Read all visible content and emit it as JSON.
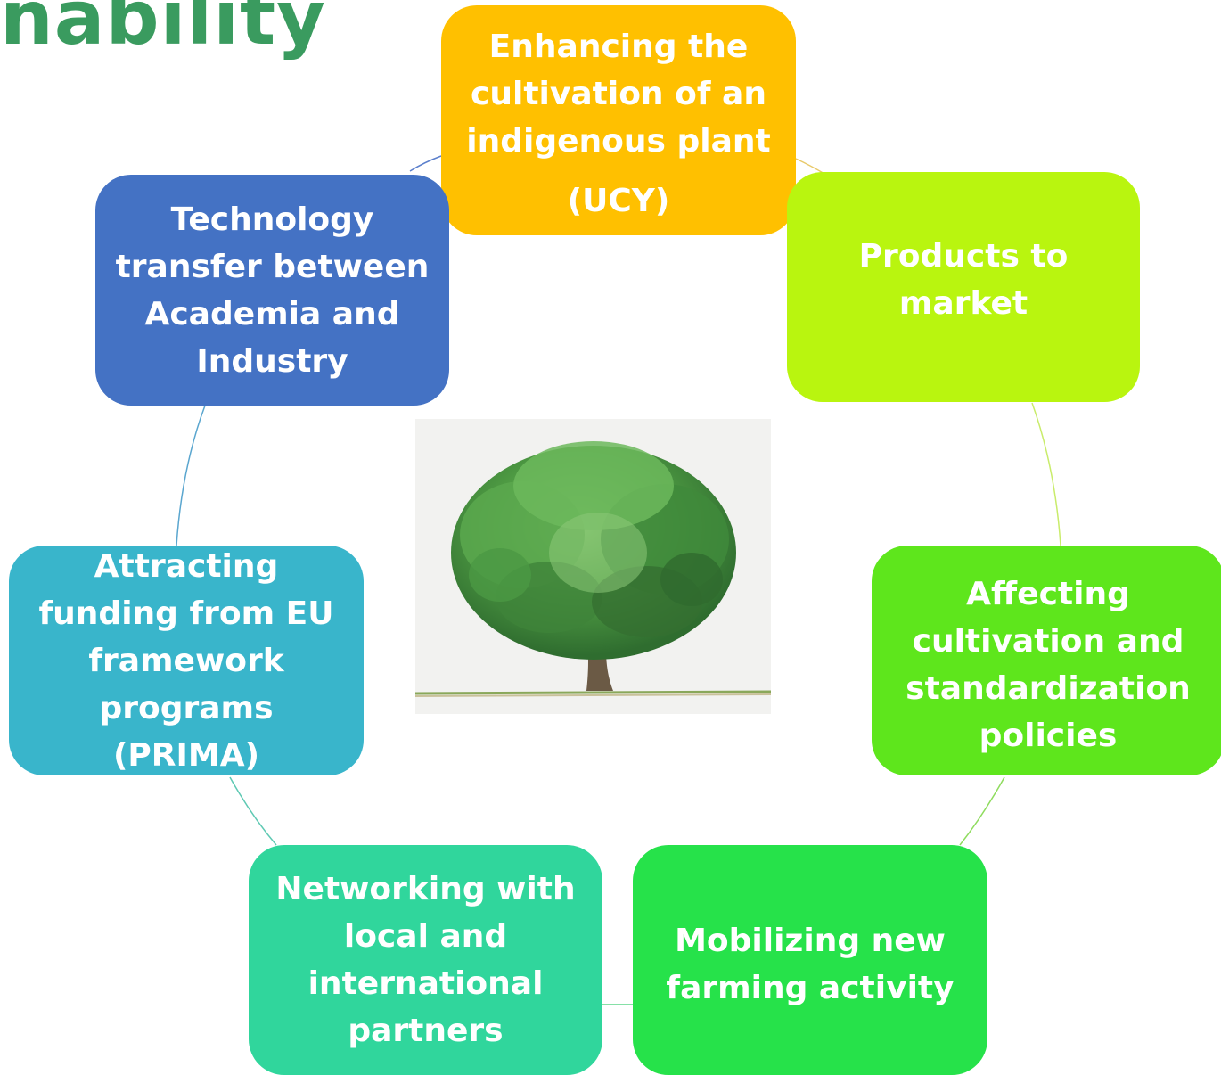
{
  "title": {
    "text": "nability",
    "color": "#3a9b5f"
  },
  "nodes": [
    {
      "id": "enhancing",
      "text": "Enhancing the\ncultivation of an\nindigenous plant",
      "sub": "(UCY)",
      "color": "#ffc000",
      "text_color": "#ffffff"
    },
    {
      "id": "products",
      "text": "Products to\nmarket",
      "color": "#b9f50f",
      "text_color": "#ffffff"
    },
    {
      "id": "affecting",
      "text": "Affecting\ncultivation and\nstandardization\npolicies",
      "color": "#5ee61c",
      "text_color": "#ffffff"
    },
    {
      "id": "mobilizing",
      "text": "Mobilizing new\nfarming activity",
      "color": "#26e24a",
      "text_color": "#ffffff"
    },
    {
      "id": "networking",
      "text": "Networking with\nlocal and\ninternational\npartners",
      "color": "#30d69c",
      "text_color": "#ffffff"
    },
    {
      "id": "attracting",
      "text": "Attracting\nfunding from EU\nframework\nprograms\n(PRIMA)",
      "color": "#39b5cb",
      "text_color": "#ffffff"
    },
    {
      "id": "technology",
      "text": "Technology\ntransfer between\nAcademia and\nIndustry",
      "color": "#4472c4",
      "text_color": "#ffffff"
    }
  ],
  "center_image": {
    "subject": "tree-illustration"
  },
  "connector_colors": [
    "#e8c96a",
    "#c9ec6b",
    "#8fdc5e",
    "#5fd68a",
    "#5ec9b3",
    "#5aa6cf",
    "#5b7fcc"
  ]
}
